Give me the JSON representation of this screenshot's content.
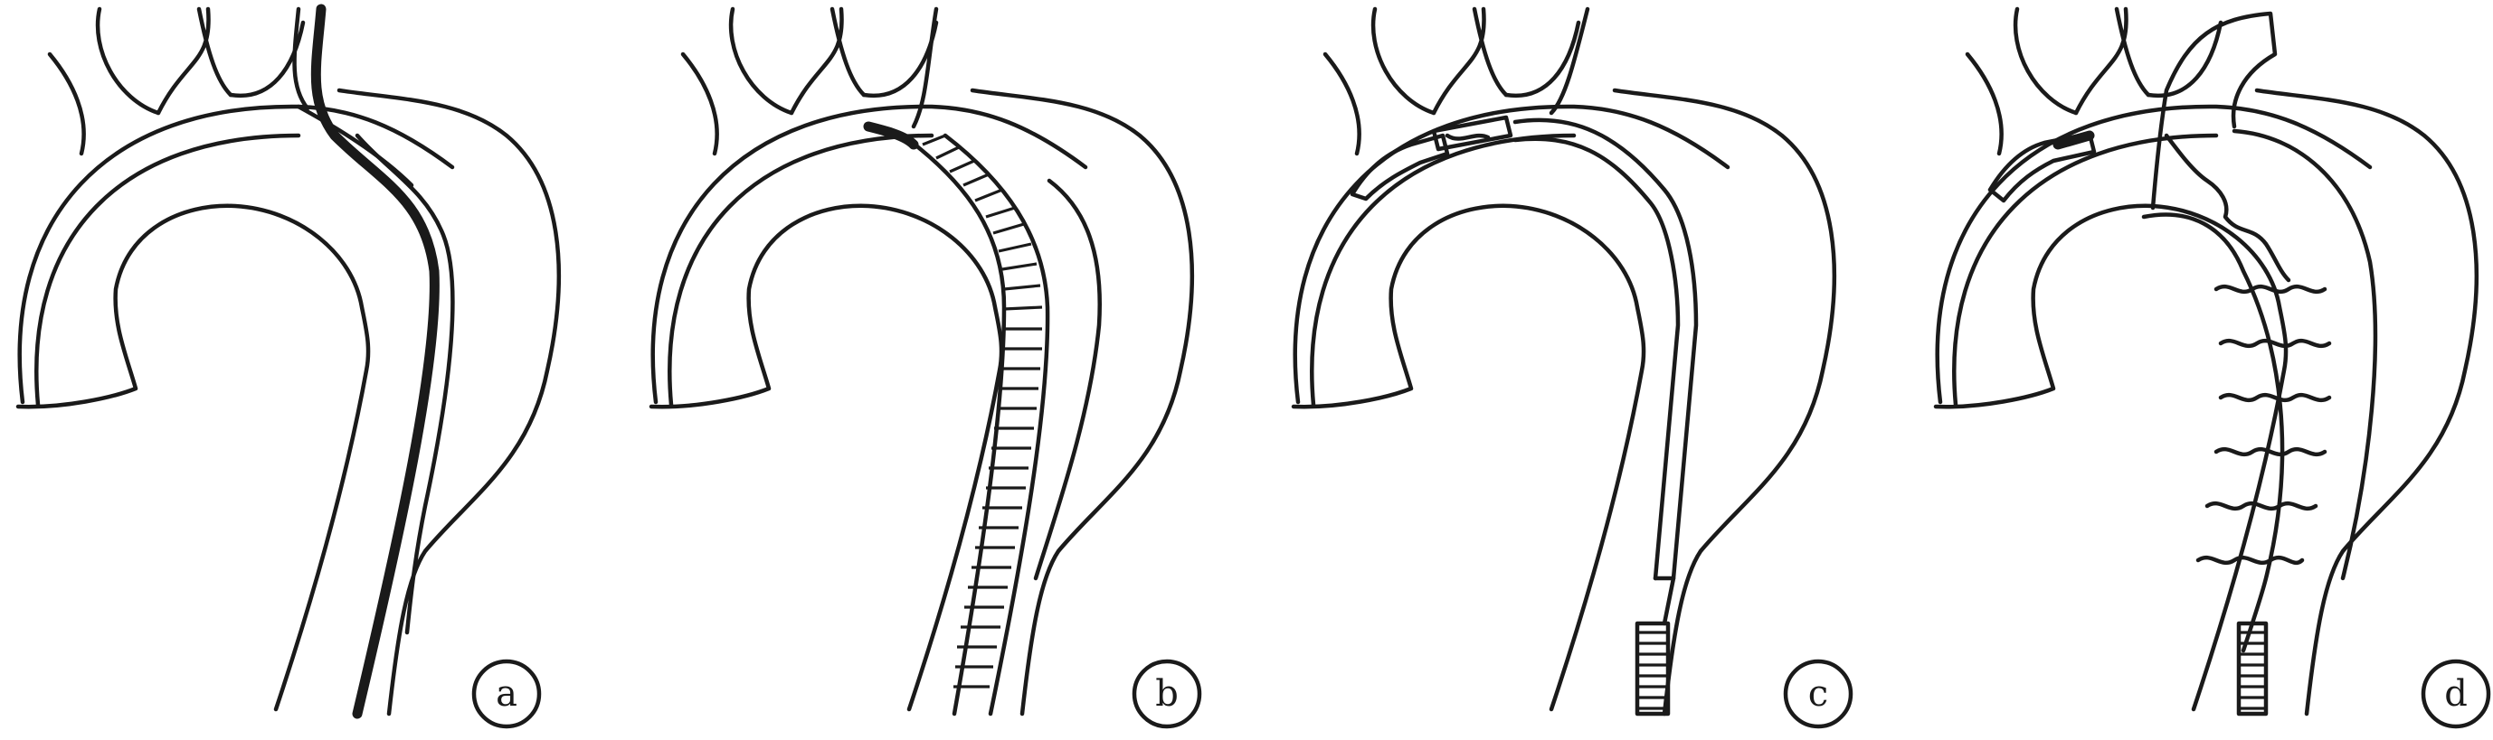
{
  "panels": [
    {
      "id": "a",
      "label": "a"
    },
    {
      "id": "b",
      "label": "b"
    },
    {
      "id": "c",
      "label": "c"
    },
    {
      "id": "d",
      "label": "d"
    }
  ],
  "colors": {
    "line": "#1a1a1a",
    "background": "#ffffff"
  }
}
